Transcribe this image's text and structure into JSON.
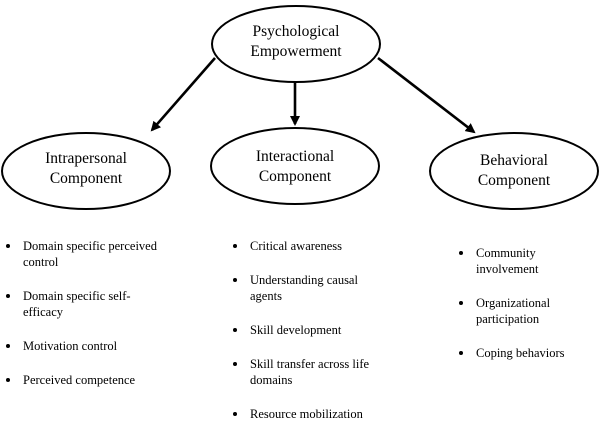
{
  "diagram": {
    "root": {
      "line1": "Psychological",
      "line2": "Empowerment"
    },
    "components": [
      {
        "line1": "Intrapersonal",
        "line2": "Component",
        "items": [
          "Domain specific perceived control",
          "Domain specific self-efficacy",
          "Motivation control",
          "Perceived competence"
        ]
      },
      {
        "line1": "Interactional",
        "line2": "Component",
        "items": [
          "Critical awareness",
          "Understanding causal agents",
          "Skill development",
          "Skill transfer across life domains",
          "Resource mobilization"
        ]
      },
      {
        "line1": "Behavioral",
        "line2": "Component",
        "items": [
          "Community involvement",
          "Organizational participation",
          "Coping behaviors"
        ]
      }
    ]
  }
}
